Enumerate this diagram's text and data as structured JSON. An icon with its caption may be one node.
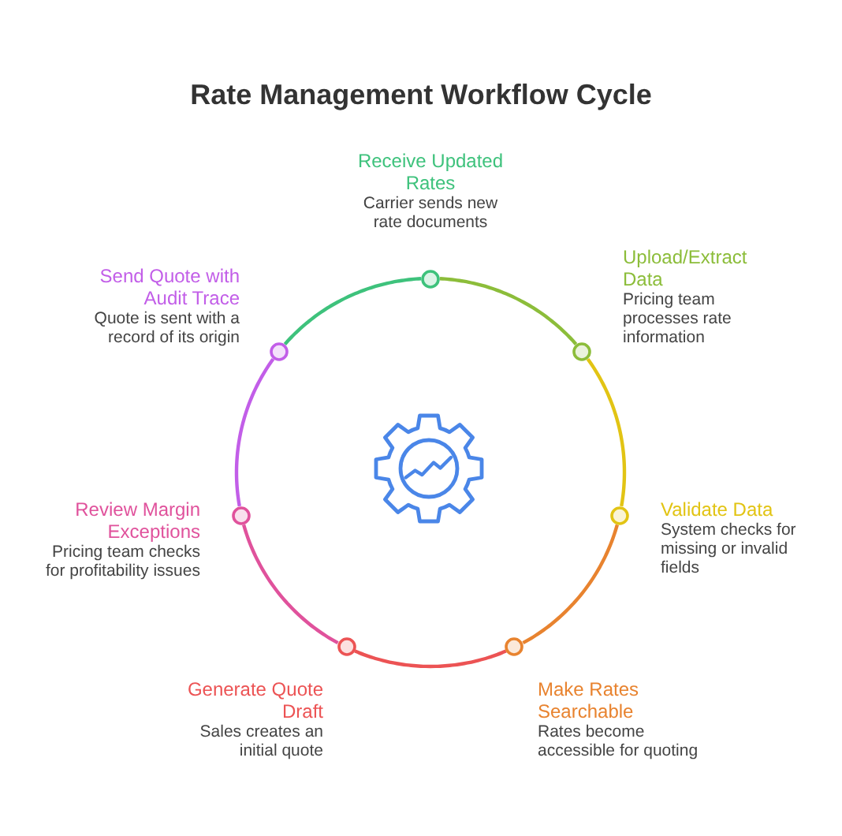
{
  "diagram": {
    "title": "Rate Management Workflow Cycle",
    "nodes": [
      {
        "text": [],
        "shape": "circle",
        "beside": [
          "Receive Updated Rates",
          "Carrier sends new rate documents"
        ]
      },
      {
        "text": [],
        "shape": "circle",
        "beside": [
          "Upload/Extract Data",
          "Pricing team processes rate information"
        ]
      },
      {
        "text": [],
        "shape": "circle",
        "beside": [
          "Validate Data",
          "System checks for missing or invalid fields"
        ]
      },
      {
        "text": [],
        "shape": "circle",
        "beside": [
          "Make Rates Searchable",
          "Rates become accessible for quoting"
        ]
      },
      {
        "text": [],
        "shape": "circle",
        "beside": [
          "Generate Quote Draft",
          "Sales creates an initial quote"
        ]
      },
      {
        "text": [],
        "shape": "circle",
        "beside": [
          "Review Margin Exceptions",
          "Pricing team checks for profitability issues"
        ]
      },
      {
        "text": [],
        "shape": "circle",
        "beside": [
          "Send Quote with Audit Trace",
          "Quote is sent with a record of its origin"
        ]
      }
    ],
    "edges": [
      {
        "from": 0,
        "to": 1,
        "arrow": "none",
        "color": "#8cbd3a"
      },
      {
        "from": 1,
        "to": 2,
        "arrow": "none",
        "color": "#e2c414"
      },
      {
        "from": 2,
        "to": 3,
        "arrow": "none",
        "color": "#e8832f"
      },
      {
        "from": 3,
        "to": 4,
        "arrow": "none",
        "color": "#ec5354"
      },
      {
        "from": 4,
        "to": 5,
        "arrow": "none",
        "color": "#e0529c"
      },
      {
        "from": 5,
        "to": 6,
        "arrow": "none",
        "color": "#c25ee8"
      },
      {
        "from": 6,
        "to": 0,
        "arrow": "none",
        "color": "#3ec27c"
      }
    ]
  }
}
